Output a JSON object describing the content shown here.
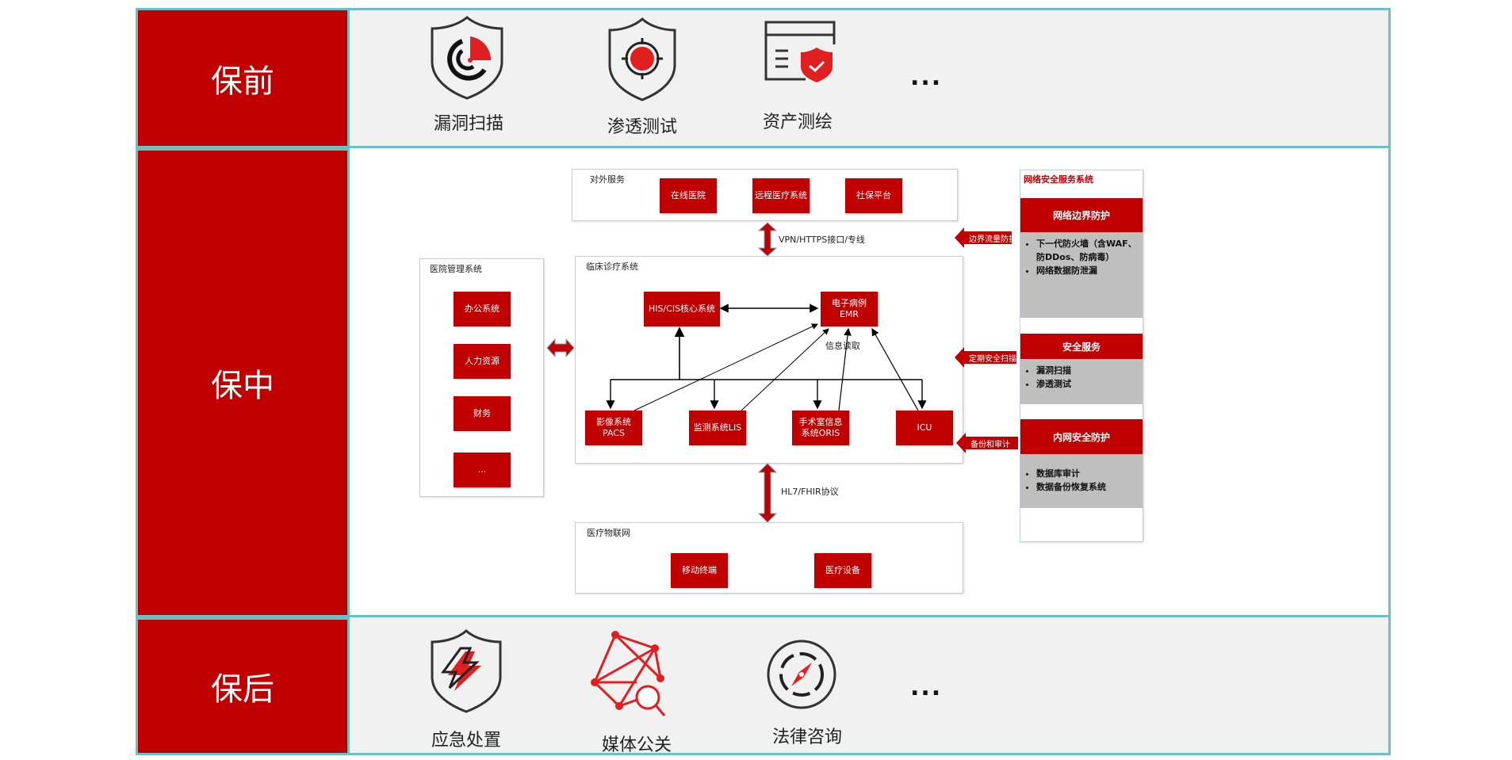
{
  "phases": {
    "before": {
      "label": "保前",
      "items": [
        {
          "label": "漏洞扫描",
          "icon": "radar-shield-icon"
        },
        {
          "label": "渗透测试",
          "icon": "target-shield-icon"
        },
        {
          "label": "资产测绘",
          "icon": "asset-window-shield-icon"
        }
      ],
      "more": "..."
    },
    "during": {
      "label": "保中"
    },
    "after": {
      "label": "保后",
      "items": [
        {
          "label": "应急处置",
          "icon": "lightning-shield-icon"
        },
        {
          "label": "媒体公关",
          "icon": "network-search-icon"
        },
        {
          "label": "法律咨询",
          "icon": "compass-icon"
        }
      ],
      "more": "..."
    }
  },
  "architecture": {
    "external_services": {
      "title": "对外服务",
      "boxes": [
        "在线医院",
        "远程医疗系统",
        "社保平台"
      ]
    },
    "vpn_link_label": "VPN/HTTPS接口/专线",
    "hospital_management": {
      "title": "医院管理系统",
      "boxes": [
        "办公系统",
        "人力资源",
        "财务",
        "..."
      ]
    },
    "clinical": {
      "title": "临床诊疗系统",
      "his": "HIS/CIS核心系统",
      "emr_line1": "电子病例",
      "emr_line2": "EMR",
      "info_read_label": "信息读取",
      "subsystems": [
        {
          "line1": "影像系统",
          "line2": "PACS"
        },
        {
          "line1": "监测系统LIS",
          "line2": ""
        },
        {
          "line1": "手术室信息",
          "line2": "系统ORIS"
        },
        {
          "line1": "ICU",
          "line2": ""
        }
      ]
    },
    "hl7_link_label": "HL7/FHIR协议",
    "iot": {
      "title": "医疗物联网",
      "boxes": [
        "移动终端",
        "医疗设备"
      ]
    }
  },
  "security_system": {
    "title": "网络安全服务系统",
    "sections": [
      {
        "header": "网络边界防护",
        "items": [
          "下一代防火墙（含WAF、防DDos、防病毒）",
          "网络数据防泄漏"
        ]
      },
      {
        "header": "安全服务",
        "items": [
          "漏洞扫描",
          "渗透测试"
        ]
      },
      {
        "header": "内网安全防护",
        "items": [
          "数据库审计",
          "数据备份恢复系统"
        ]
      }
    ],
    "arrows": [
      "边界流量防护",
      "定期安全扫描",
      "备份和审计"
    ]
  },
  "colors": {
    "accent_red": "#c00000",
    "border_teal": "#6cbfc4",
    "panel_grey": "#f1f1f1",
    "list_grey": "#bfbfbf"
  }
}
